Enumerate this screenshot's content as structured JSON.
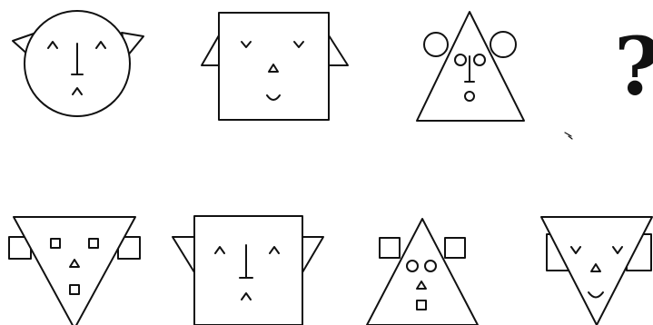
{
  "puzzle": {
    "question_mark": "?",
    "top_row": [
      "circle-face",
      "square-face",
      "triangle-up-face",
      "unknown"
    ],
    "bottom_row": [
      "triangle-down-face",
      "square-face",
      "triangle-up-face",
      "triangle-down-face"
    ]
  },
  "colors": {
    "ink": "#111111",
    "background": "#ffffff"
  }
}
